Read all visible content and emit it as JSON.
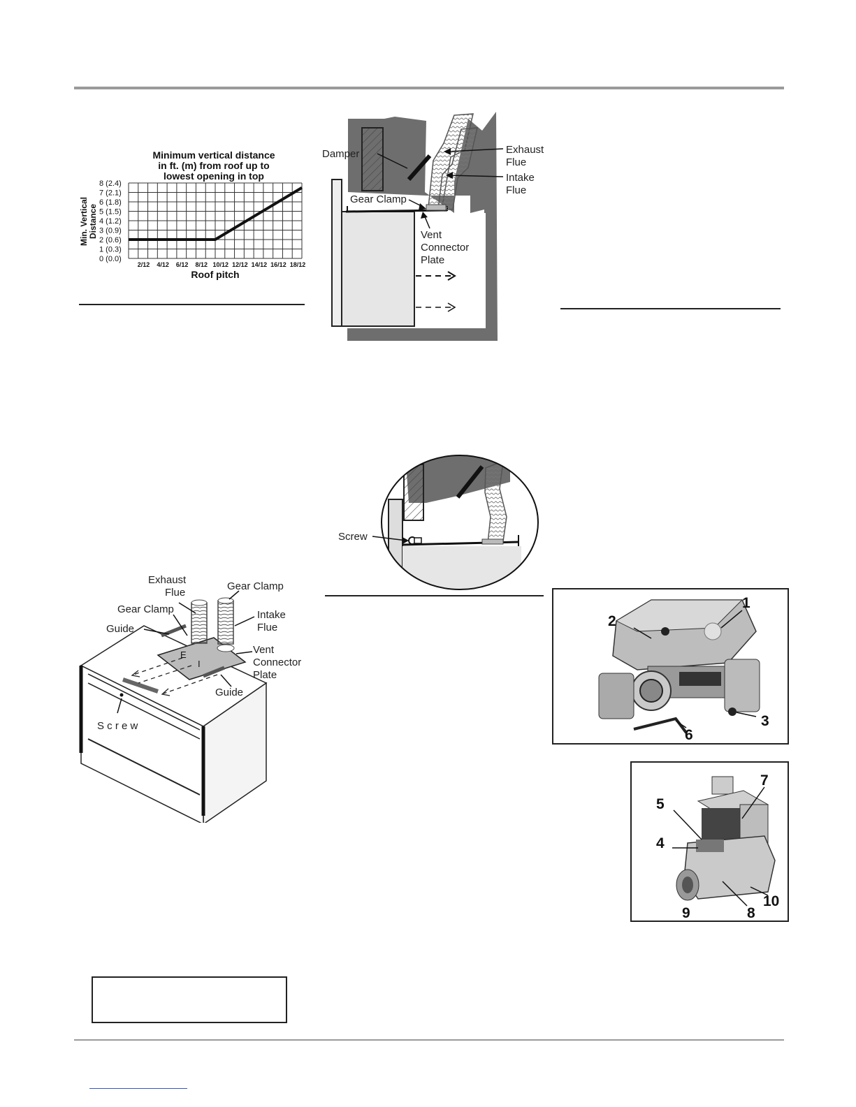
{
  "chart_data": {
    "type": "line",
    "title": "Minimum vertical distance in ft. (m) from roof up to lowest opening in top",
    "title_lines": [
      "Minimum vertical distance",
      "in ft. (m) from roof up to",
      "lowest opening in top"
    ],
    "xlabel": "Roof pitch",
    "ylabel_lines": [
      "Min. Vertical",
      "Distance"
    ],
    "x_ticks": [
      "2/12",
      "4/12",
      "6/12",
      "8/12",
      "10/12",
      "12/12",
      "14/12",
      "16/12",
      "18/12"
    ],
    "y_ticks": [
      "0 (0.0)",
      "1 (0.3)",
      "2 (0.6)",
      "3 (0.9)",
      "4 (1.2)",
      "5 (1.5)",
      "6 (1.8)",
      "7 (2.1)",
      "8 (2.4)"
    ],
    "x_unit_per_col": "1/12 per cell",
    "ylim": [
      0,
      8
    ],
    "xlim_twelfths": [
      0,
      18
    ],
    "grid": true,
    "series": [
      {
        "x": [
          "0/12",
          "9/12",
          "18/12"
        ],
        "values": [
          2,
          2,
          7.5
        ]
      }
    ]
  },
  "fig_vent_side": {
    "damper": "Damper",
    "exhaust_flue": [
      "Exhaust",
      "Flue"
    ],
    "intake_flue": [
      "Intake",
      "Flue"
    ],
    "gear_clamp": "Gear Clamp",
    "vent_connector_plate": [
      "Vent",
      "Connector",
      "Plate"
    ]
  },
  "fig_screw_detail": {
    "screw": "Screw"
  },
  "fig_iso": {
    "exhaust_flue": [
      "Exhaust",
      "Flue"
    ],
    "gear_clamp_left": "Gear Clamp",
    "gear_clamp_right": "Gear Clamp",
    "intake_flue": [
      "Intake",
      "Flue"
    ],
    "guide_left": "Guide",
    "guide_right": "Guide",
    "vent_connector_plate": [
      "Vent",
      "Connector",
      "Plate"
    ],
    "screw": "S c r e w",
    "plate_letters": [
      "E",
      "I"
    ]
  },
  "valve_photo_1": {
    "callouts": [
      "1",
      "2",
      "3",
      "6"
    ]
  },
  "valve_photo_2": {
    "callouts": [
      "7",
      "5",
      "4",
      "10",
      "9",
      "8"
    ]
  },
  "colors": {
    "gray_fill": "#6e6e6e",
    "light_fill": "#e6e6e6",
    "rule": "#9a9a9a"
  }
}
